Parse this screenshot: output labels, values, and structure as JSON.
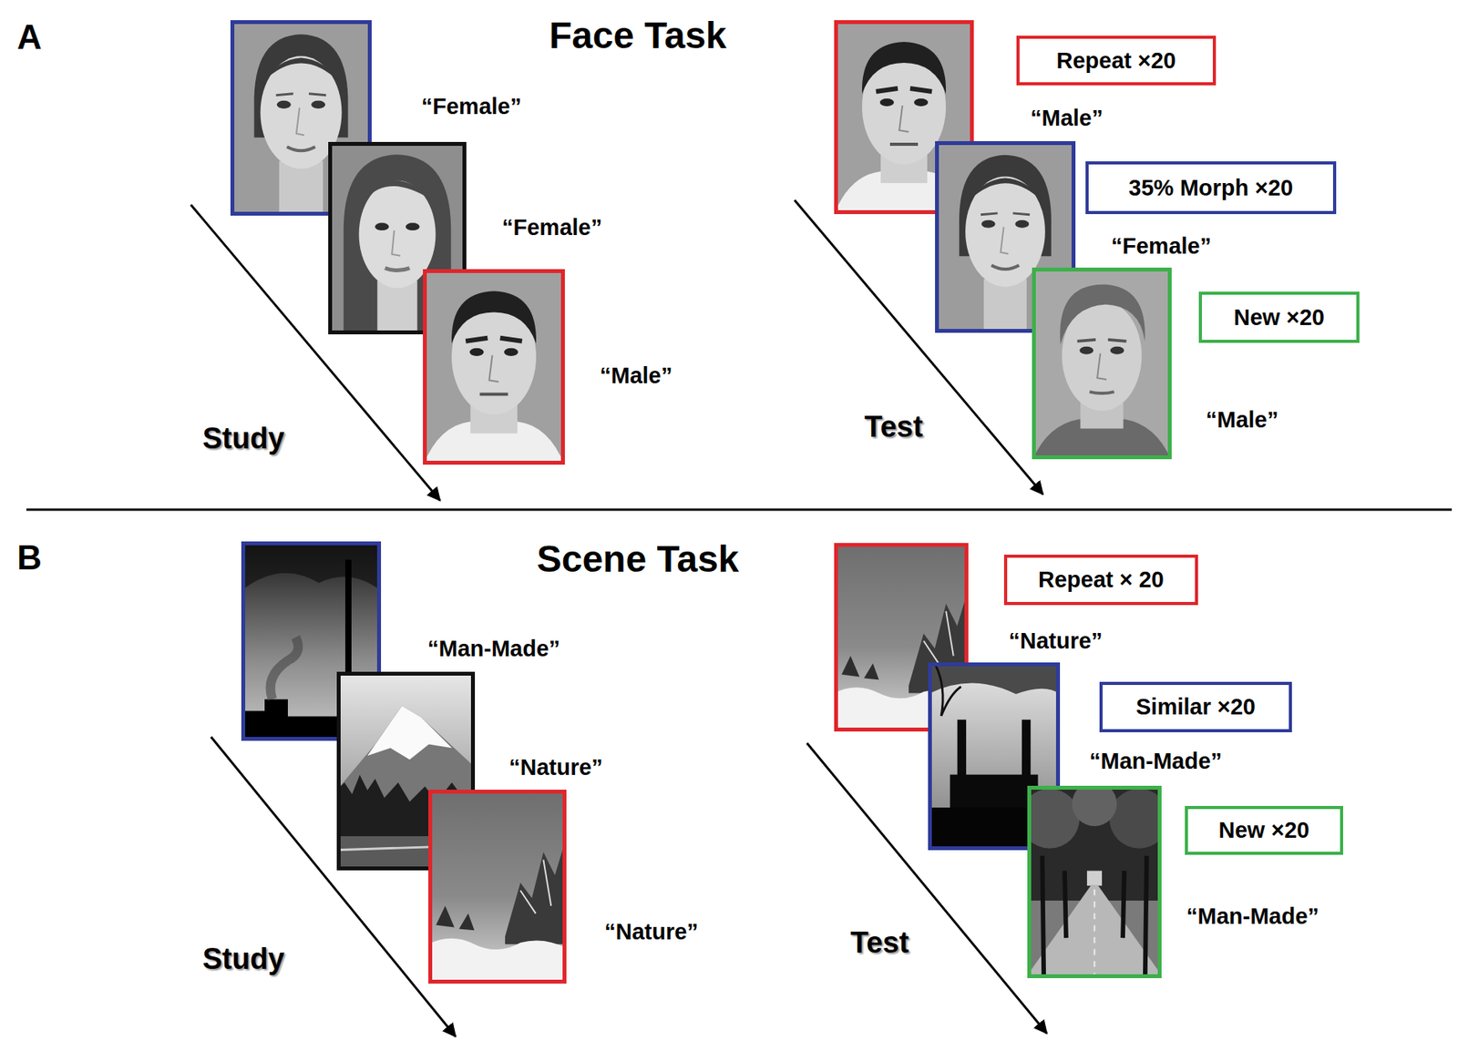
{
  "diagram": {
    "nodes": [
      {
        "text": [
          "Repeat ×20"
        ]
      },
      {
        "text": [
          "35% Morph ×20"
        ]
      },
      {
        "text": [
          "New ×20"
        ]
      },
      {
        "text": [
          "Repeat × 20"
        ]
      },
      {
        "text": [
          "Similar ×20"
        ]
      },
      {
        "text": [
          "New ×20"
        ]
      }
    ],
    "labels": [
      "A",
      "Face Task",
      "“Female”",
      "“Female”",
      "“Male”",
      "Study",
      "Test",
      "“Male”",
      "“Female”",
      "“Male”",
      "B",
      "Scene Task",
      "“Man-Made”",
      "“Nature”",
      "“Nature”",
      "Study",
      "Test",
      "“Nature”",
      "“Man-Made”",
      "“Man-Made”"
    ]
  }
}
